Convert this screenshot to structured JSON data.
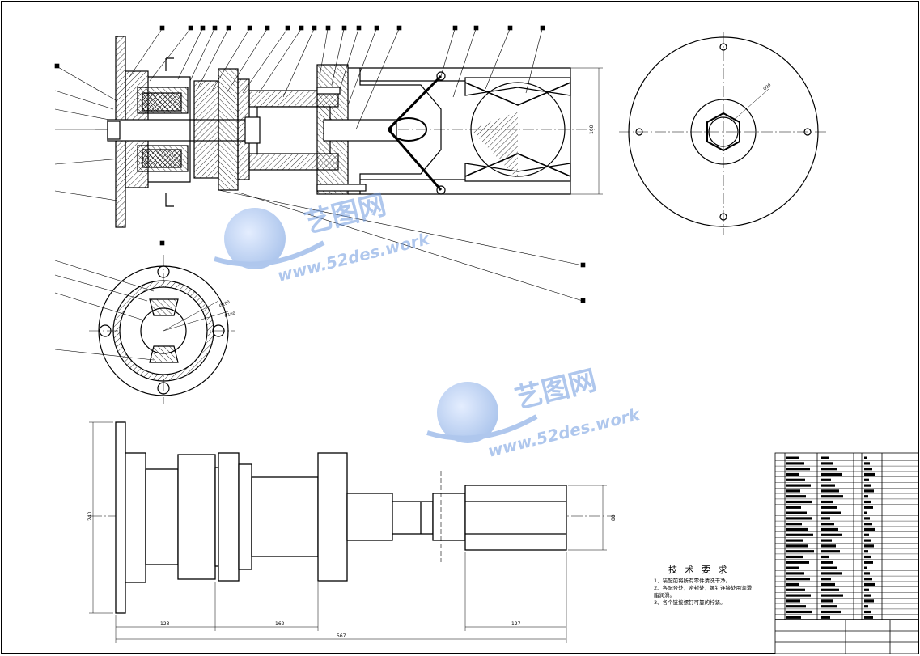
{
  "technical_requirements": {
    "title": "技 术 要 求",
    "items": [
      "1、装配前将所有零件清洗干净。",
      "2、各配合处，密封处，螺钉连接处用润滑",
      "脂润滑。",
      "3、各个链接螺钉可靠的拧紧。"
    ]
  },
  "dimensions": {
    "overall_length": "567",
    "seg_left": "123",
    "seg_mid": "162",
    "seg_right": "127",
    "height_left": "240",
    "height_right": "80",
    "top_view_height": "160",
    "circle_dia": "Ø30",
    "sect_d1": "Ø180",
    "sect_d2": "Ø160"
  },
  "watermark": {
    "brand": "艺图网",
    "url": "www.52des.work"
  },
  "colors": {
    "line": "#000000",
    "hatch": "#000000",
    "watermark": "#6f9be0"
  }
}
